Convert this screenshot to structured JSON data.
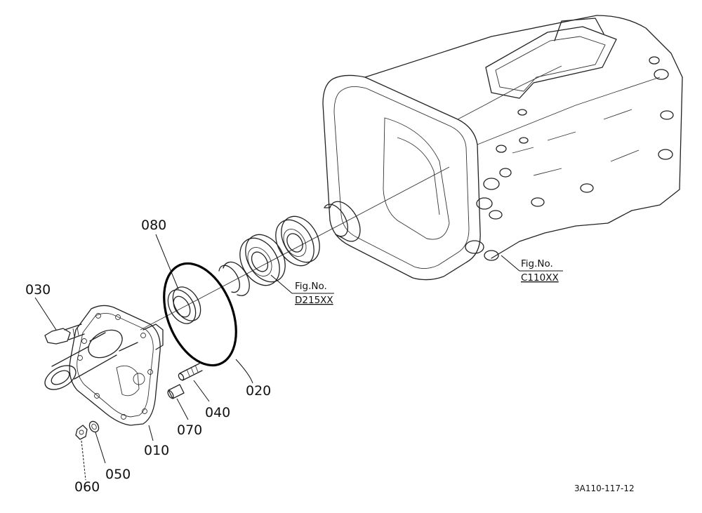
{
  "diagram_code": "3A110-117-12",
  "callouts": [
    {
      "id": "010",
      "label": "010"
    },
    {
      "id": "020",
      "label": "020"
    },
    {
      "id": "030",
      "label": "030"
    },
    {
      "id": "040",
      "label": "040"
    },
    {
      "id": "050",
      "label": "050"
    },
    {
      "id": "060",
      "label": "060"
    },
    {
      "id": "070",
      "label": "070"
    },
    {
      "id": "080",
      "label": "080"
    }
  ],
  "fig_refs": [
    {
      "label": "Fig.No.",
      "number": "D215XX"
    },
    {
      "label": "Fig.No.",
      "number": "C110XX"
    }
  ]
}
